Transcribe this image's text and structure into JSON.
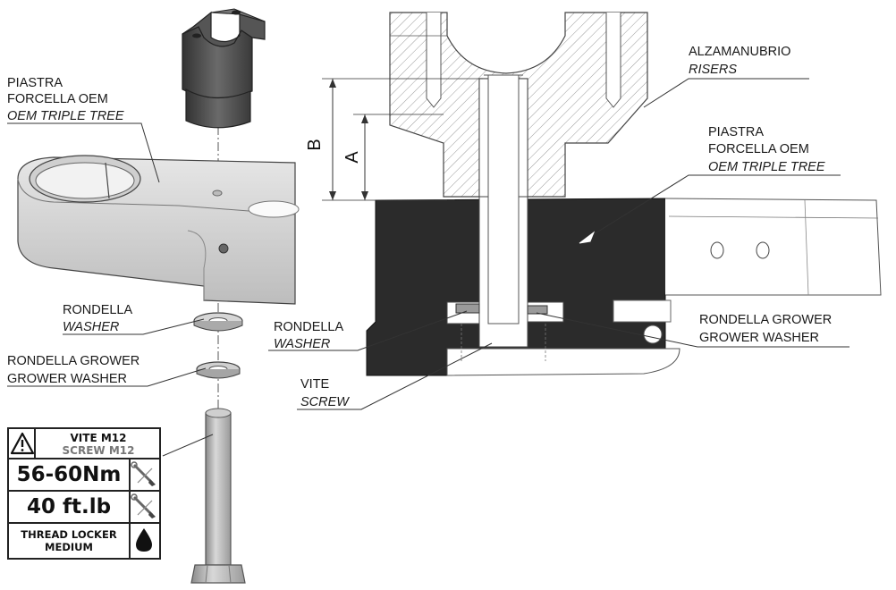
{
  "labels": {
    "left_triple_tree": [
      "PIASTRA",
      "FORCELLA OEM",
      "OEM TRIPLE TREE"
    ],
    "left_washer": [
      "RONDELLA",
      "WASHER"
    ],
    "left_grower": [
      "RONDELLA GROWER",
      "GROWER WASHER"
    ],
    "risers": [
      "ALZAMANUBRIO",
      "RISERS"
    ],
    "right_triple_tree": [
      "PIASTRA",
      "FORCELLA OEM",
      "OEM TRIPLE TREE"
    ],
    "right_washer": [
      "RONDELLA",
      "WASHER"
    ],
    "right_grower": [
      "RONDELLA GROWER",
      "GROWER WASHER"
    ],
    "screw": [
      "VITE",
      "SCREW"
    ],
    "dim_b": "B",
    "dim_a": "A"
  },
  "torque_box": {
    "warning_icon": "warning-triangle-icon",
    "title_it": "VITE M12",
    "title_en": "SCREW M12",
    "torque_nm": "56-60Nm",
    "torque_ftlb": "40 ft.lb",
    "wrench_icon": "torque-wrench-icon",
    "thread_locker_line1": "THREAD LOCKER",
    "thread_locker_line2": "MEDIUM",
    "drop_icon": "drop-icon"
  },
  "colors": {
    "metal_dark": "#4a4a4a",
    "metal_mid": "#8c8c8c",
    "metal_light": "#d9d9d9",
    "plate_black": "#2b2b2b",
    "hatch": "#9a9a9a"
  }
}
